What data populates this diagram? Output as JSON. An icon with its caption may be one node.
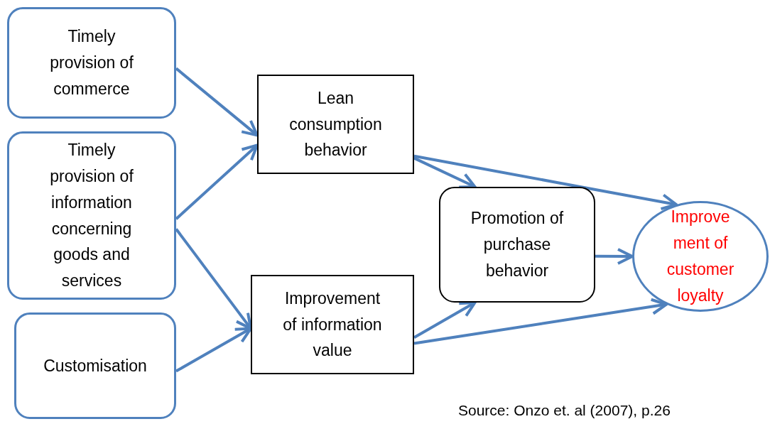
{
  "diagram": {
    "nodes": [
      {
        "text": [
          "Timely provision of commerce"
        ]
      },
      {
        "text": [
          "Timely provision of information concerning goods and services"
        ]
      },
      {
        "text": [
          "Customisation"
        ]
      },
      {
        "text": [
          "Lean consumption behavior"
        ]
      },
      {
        "text": [
          "Improvement of information value"
        ]
      },
      {
        "text": [
          "Promotion of purchase behavior"
        ]
      },
      {
        "text": [
          "Improve ment of customer loyalty"
        ]
      }
    ],
    "edges": [
      {
        "from": 0,
        "to": 3,
        "arrow": "to"
      },
      {
        "from": 1,
        "to": 3,
        "arrow": "to"
      },
      {
        "from": 1,
        "to": 4,
        "arrow": "to"
      },
      {
        "from": 2,
        "to": 4,
        "arrow": "to"
      },
      {
        "from": 3,
        "to": 5,
        "arrow": "to"
      },
      {
        "from": 3,
        "to": 6,
        "arrow": "to"
      },
      {
        "from": 5,
        "to": 6,
        "arrow": "to"
      },
      {
        "from": 4,
        "to": 5,
        "arrow": "to"
      },
      {
        "from": 4,
        "to": 6,
        "arrow": "to"
      }
    ],
    "labels": [
      "Source: Onzo et. al (2007), p.26"
    ]
  }
}
